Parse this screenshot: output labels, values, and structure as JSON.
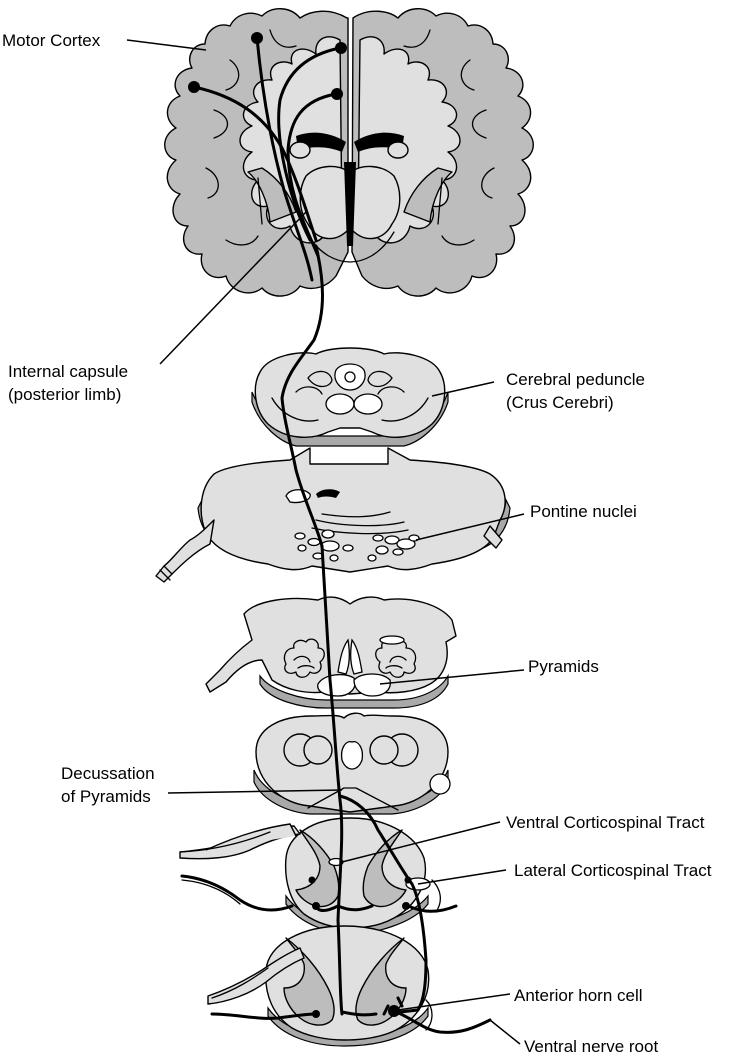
{
  "labels": {
    "motor_cortex": "Motor Cortex",
    "internal_capsule_1": "Internal capsule",
    "internal_capsule_2": "(posterior limb)",
    "cerebral_peduncle_1": "Cerebral peduncle",
    "cerebral_peduncle_2": "(Crus Cerebri)",
    "pontine_nuclei": "Pontine nuclei",
    "pyramids": "Pyramids",
    "decussation_1": "Decussation",
    "decussation_2": "of Pyramids",
    "ventral_corticospinal": "Ventral Corticospinal Tract",
    "lateral_corticospinal": "Lateral Corticospinal Tract",
    "anterior_horn_cell": "Anterior horn cell",
    "ventral_nerve_root": "Ventral nerve root"
  }
}
